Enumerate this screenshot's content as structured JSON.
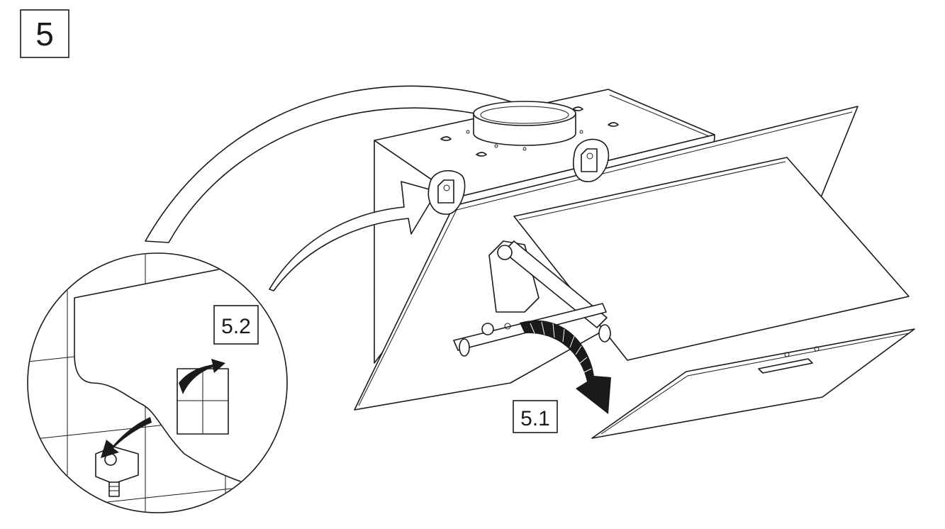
{
  "figure": {
    "step_number": "5",
    "callouts": [
      {
        "id": "5.1",
        "text": "5.1"
      },
      {
        "id": "5.2",
        "text": "5.2"
      }
    ]
  },
  "colors": {
    "line": "#1a1a1a",
    "background": "#ffffff"
  }
}
